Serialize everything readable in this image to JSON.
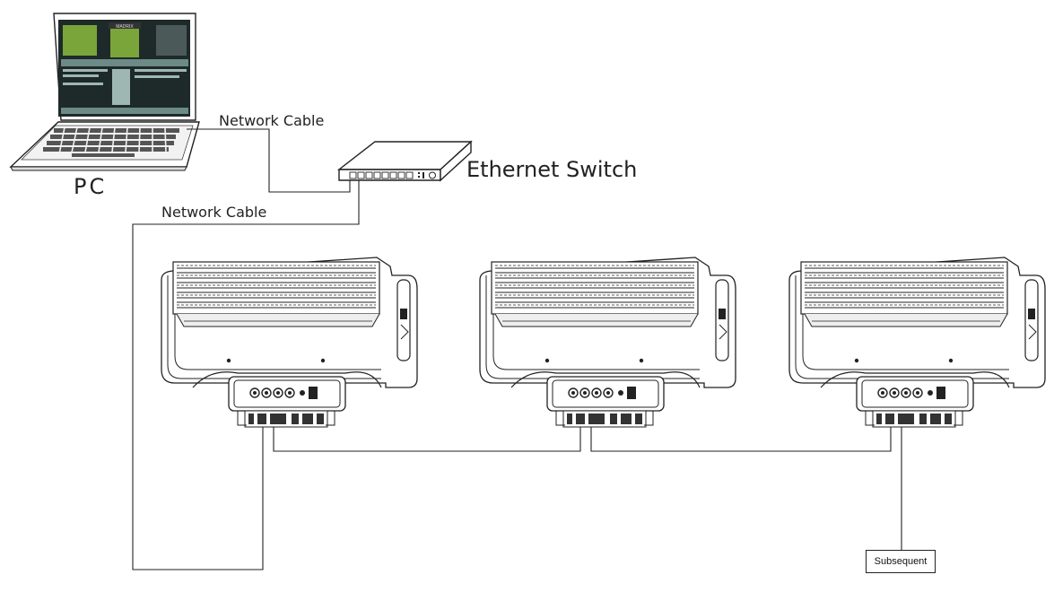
{
  "labels": {
    "pc": "PC",
    "ethernet_switch": "Ethernet Switch",
    "network_cable_top": "Network Cable",
    "network_cable_left": "Network Cable",
    "subsequent": "Subsequent",
    "screen_logo": "MADRIX"
  },
  "fixtures": [
    {
      "id": "fixture-1"
    },
    {
      "id": "fixture-2"
    },
    {
      "id": "fixture-3"
    }
  ],
  "colors": {
    "line": "#222222",
    "screen_green": "#7aa53a",
    "screen_dark": "#1e2a2a",
    "screen_mid": "#6c8a86"
  }
}
